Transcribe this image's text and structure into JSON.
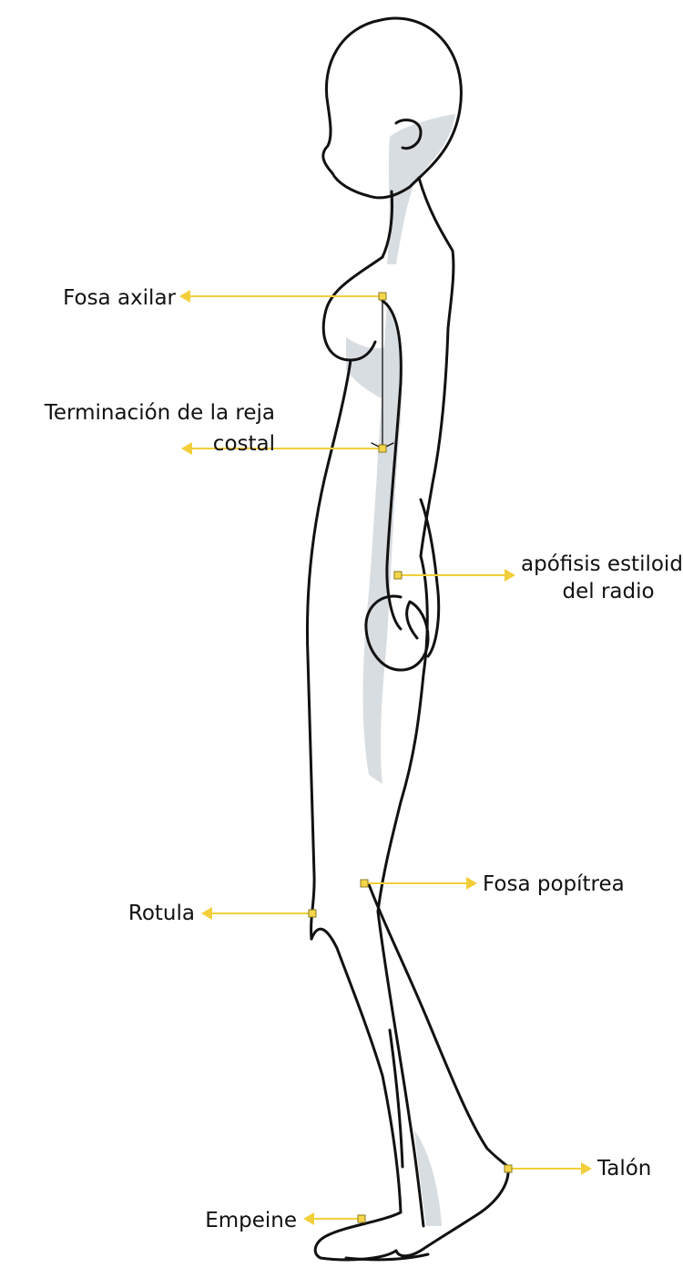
{
  "figure": {
    "labels": {
      "fosa_axilar": "Fosa axilar",
      "terminacion_line1": "Terminación de la reja",
      "terminacion_line2": "costal",
      "apofisis_line1": "apófisis estiloide",
      "apofisis_line2": "del radio",
      "fosa_popitrea": "Fosa popítrea",
      "rotula": "Rotula",
      "talon": "Talón",
      "empeine": "Empeine"
    },
    "colors": {
      "outline": "#111111",
      "shadow": "#d8dde2",
      "leader": "#f2cf3a",
      "marker_fill": "#f5d54a",
      "marker_stroke": "#8a7a20"
    }
  }
}
